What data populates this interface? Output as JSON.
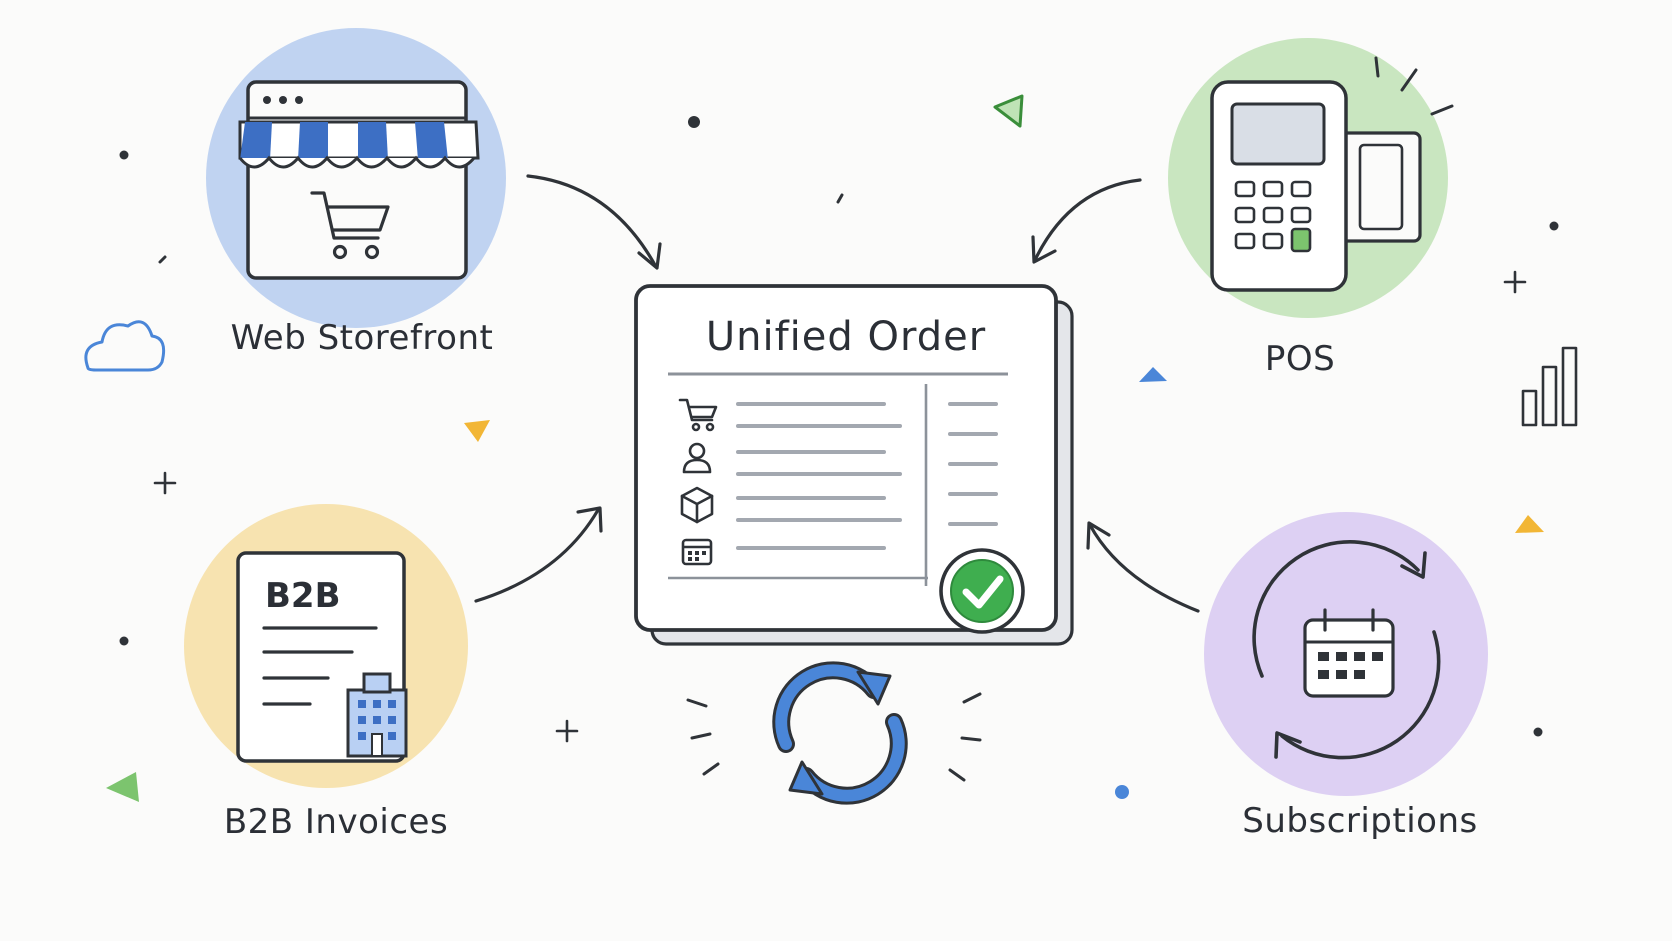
{
  "hub": {
    "title": "Unified Order",
    "line_icons": [
      "cart-icon",
      "person-icon",
      "box-icon",
      "calendar-icon"
    ],
    "status_icon": "checkmark-icon",
    "sync_icon": "sync-icon"
  },
  "sources": [
    {
      "id": "web-storefront",
      "label": "Web Storefront",
      "icon": "storefront-icon",
      "color": "#8fb3ea"
    },
    {
      "id": "pos",
      "label": "POS",
      "icon": "pos-terminal-icon",
      "color": "#a9d89a"
    },
    {
      "id": "b2b-invoices",
      "label": "B2B Invoices",
      "icon": "invoice-icon",
      "color": "#f4cf72",
      "badge": "B2B"
    },
    {
      "id": "subscriptions",
      "label": "Subscriptions",
      "icon": "subscription-calendar-icon",
      "color": "#c9b4ee"
    }
  ],
  "colors": {
    "ink": "#2f3338",
    "blue": "#4a86d8",
    "green": "#3fae4f",
    "yellow": "#f2b635"
  }
}
